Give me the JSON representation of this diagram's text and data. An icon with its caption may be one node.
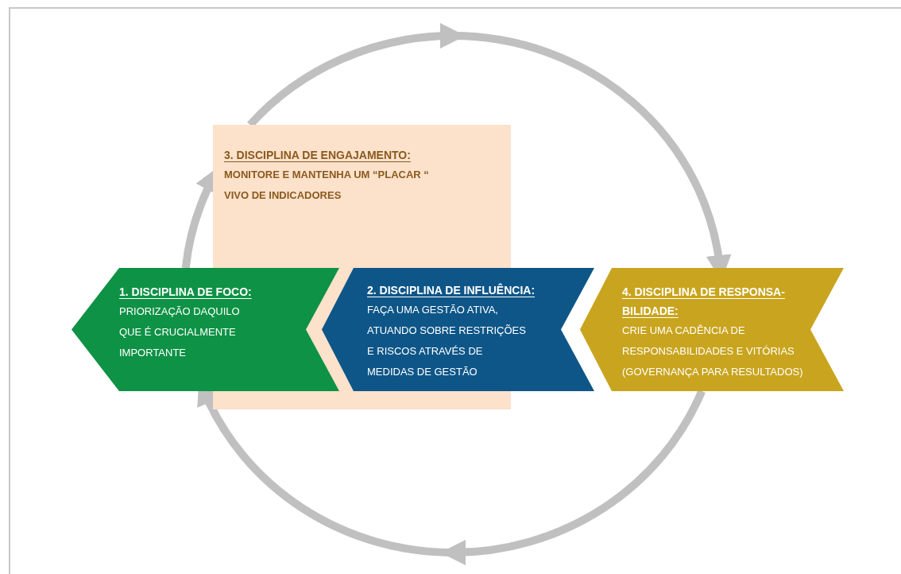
{
  "diagram": {
    "nodes": [
      {
        "text": [
          "3. DISCIPLINA DE ENGAJAMENTO:",
          "MONITORE E MANTENHA UM “PLACAR “ VIVO DE INDICADORES"
        ]
      },
      {
        "text": [
          "1. DISCIPLINA DE FOCO:",
          "PRIORIZAÇÃO DAQUILO QUE É CRUCIALMENTE IMPORTANTE"
        ]
      },
      {
        "text": [
          "2. DISCIPLINA DE INFLUÊNCIA:",
          "FAÇA UMA GESTÃO ATIVA, ATUANDO SOBRE RESTRIÇÕES E RISCOS ATRAVÉS DE MEDIDAS DE GESTÃO"
        ]
      },
      {
        "text": [
          "4. DISCIPLINA DE RESPONSA- BILIDADE:",
          "CRIE UMA CADÊNCIA DE RESPONSABILIDADES E VITÓRIAS (GOVERNANÇA PARA RESULTADOS)"
        ]
      }
    ],
    "edges": [
      {
        "from": 1,
        "to": 0,
        "arrow": "to"
      },
      {
        "from": 0,
        "to": 3,
        "arrow": "to"
      },
      {
        "from": 3,
        "to": 1,
        "arrow": "to"
      }
    ]
  }
}
